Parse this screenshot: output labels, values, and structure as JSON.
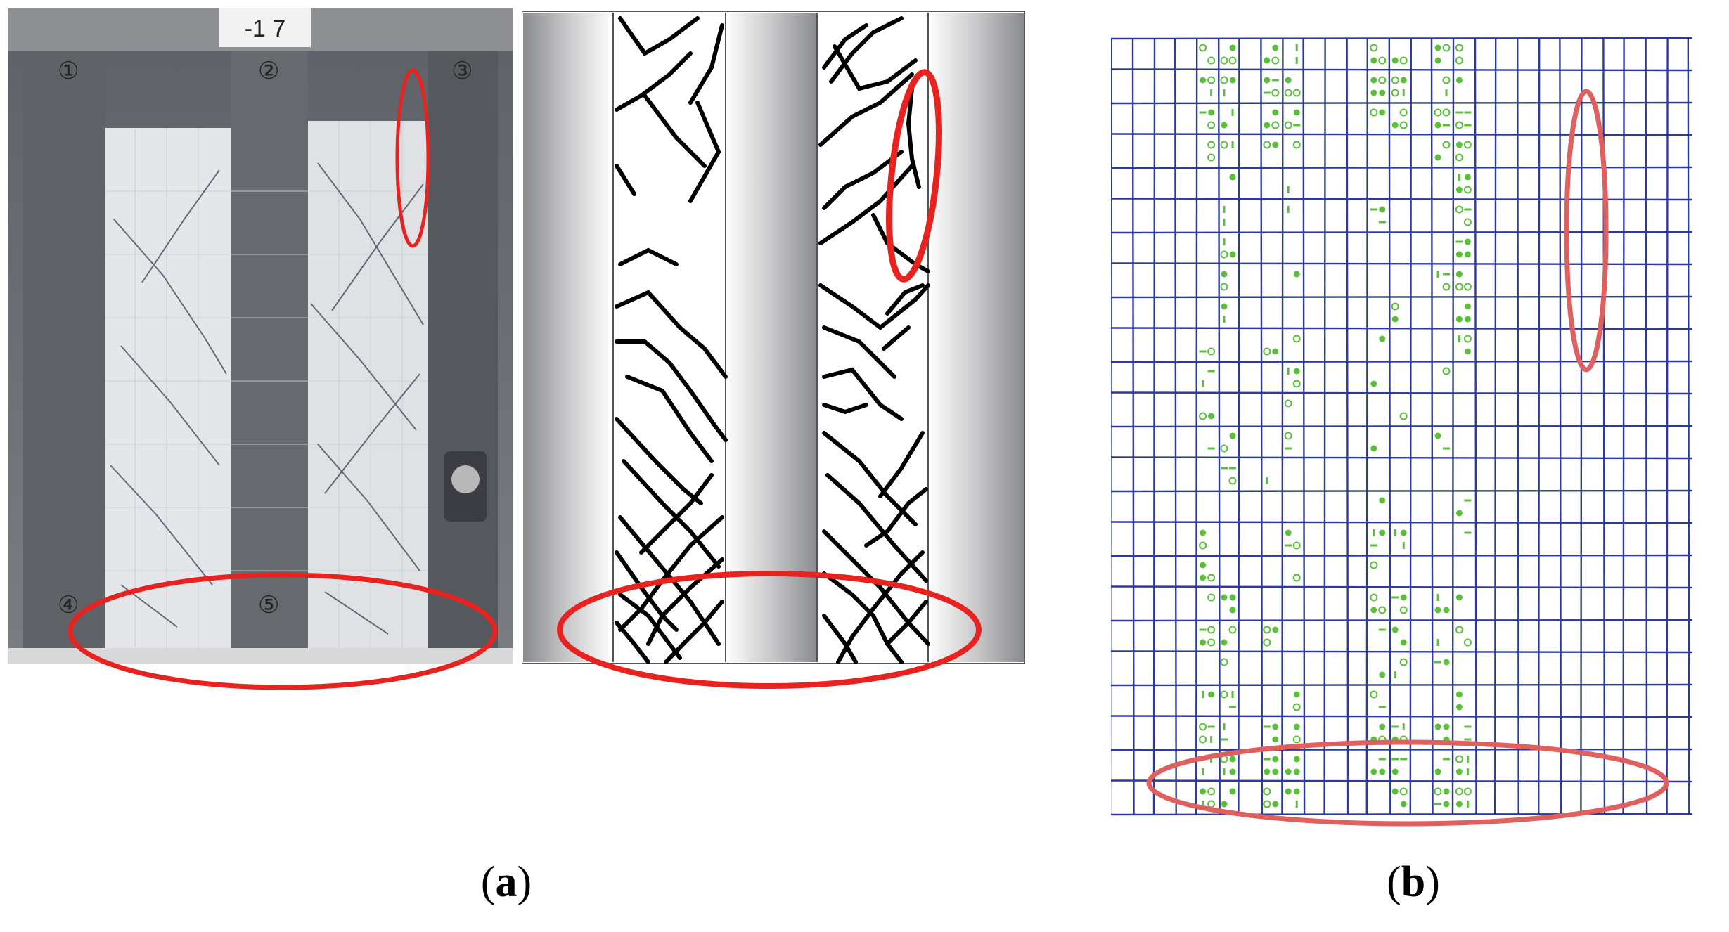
{
  "figure": {
    "captions": [
      {
        "open": "(",
        "letter": "a",
        "close": ")"
      },
      {
        "open": "(",
        "letter": "b",
        "close": ")"
      }
    ]
  },
  "photo": {
    "top_label": "-1 7",
    "marks": [
      "①",
      "②",
      "③",
      "④",
      "⑤"
    ]
  },
  "colors": {
    "highlight_red": "#e8231f",
    "highlight_soft_red": "#e06060",
    "grid_blue": "#2b3a9e",
    "dot_green": "#5cbf3c",
    "crack_black": "#000000",
    "concrete_gray": "#6d7076"
  }
}
